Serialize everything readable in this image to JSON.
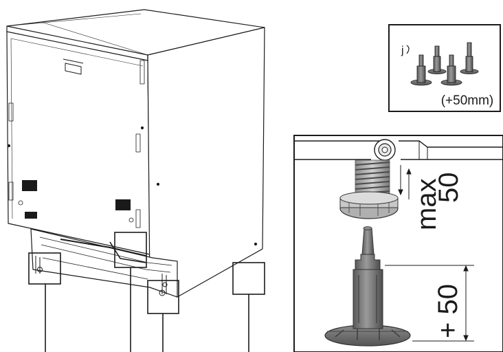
{
  "inset_kit": {
    "marker": "j",
    "caption": "(+50mm)"
  },
  "detail_view": {
    "max_label": "max",
    "max_value": "50",
    "plus_label": "+ 50"
  },
  "colors": {
    "line": "#1a1a1a",
    "foot_gray": "#6f6f6f",
    "foot_dark": "#4a4a4a",
    "spring_gray": "#9a9a9a",
    "panel_fill": "#ffffff"
  }
}
